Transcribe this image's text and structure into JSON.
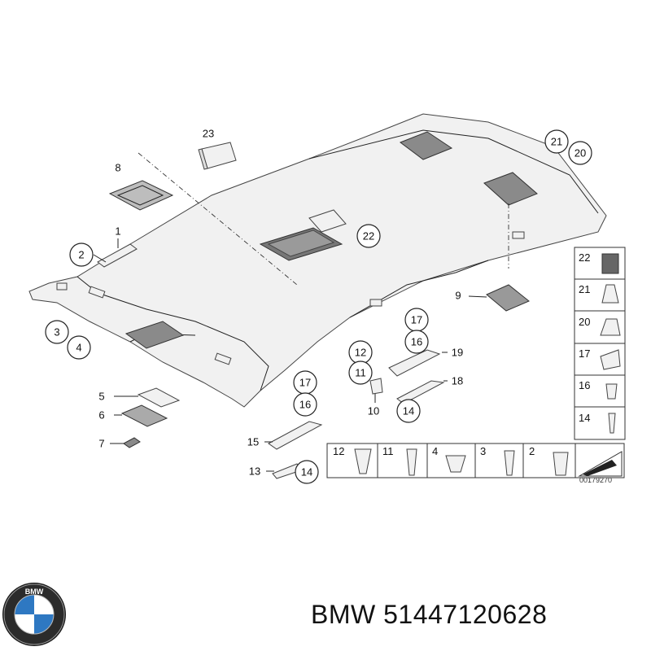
{
  "diagram": {
    "reference_code": "00179270",
    "callouts": [
      {
        "id": "c23",
        "label": "23"
      },
      {
        "id": "c8",
        "label": "8"
      },
      {
        "id": "c1",
        "label": "1"
      },
      {
        "id": "c2",
        "label": "2"
      },
      {
        "id": "c3",
        "label": "3"
      },
      {
        "id": "c4",
        "label": "4"
      },
      {
        "id": "c21",
        "label": "21"
      },
      {
        "id": "c20",
        "label": "20"
      },
      {
        "id": "c22",
        "label": "22"
      },
      {
        "id": "c9",
        "label": "9"
      },
      {
        "id": "c17a",
        "label": "17"
      },
      {
        "id": "c16a",
        "label": "16"
      },
      {
        "id": "c19",
        "label": "19"
      },
      {
        "id": "c12",
        "label": "12"
      },
      {
        "id": "c11",
        "label": "11"
      },
      {
        "id": "c18",
        "label": "18"
      },
      {
        "id": "c10",
        "label": "10"
      },
      {
        "id": "c14a",
        "label": "14"
      },
      {
        "id": "c17b",
        "label": "17"
      },
      {
        "id": "c16b",
        "label": "16"
      },
      {
        "id": "c5",
        "label": "5"
      },
      {
        "id": "c6",
        "label": "6"
      },
      {
        "id": "c7",
        "label": "7"
      },
      {
        "id": "c15",
        "label": "15"
      },
      {
        "id": "c13",
        "label": "13"
      },
      {
        "id": "c14b",
        "label": "14"
      }
    ],
    "side_panel": [
      "22",
      "21",
      "20",
      "17",
      "16",
      "14"
    ],
    "bottom_panel": [
      "12",
      "11",
      "4",
      "3",
      "2"
    ]
  },
  "brand": {
    "logo_letters": "BMW",
    "name": "BMW",
    "part_number": "51447120628"
  }
}
